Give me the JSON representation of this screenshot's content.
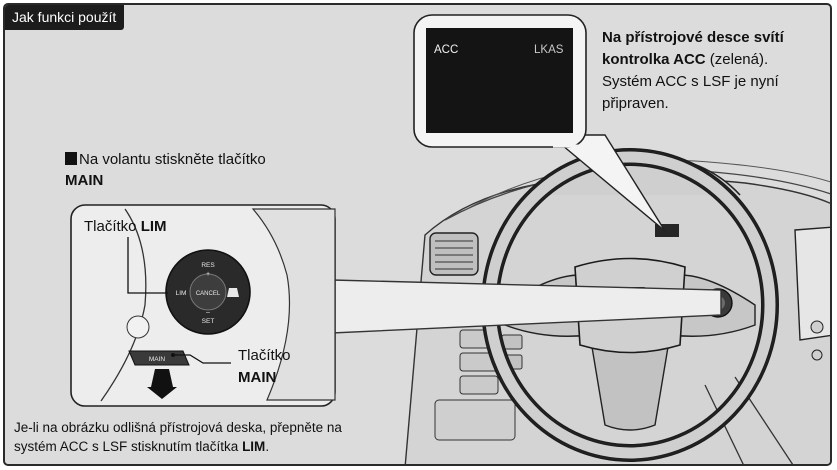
{
  "section_tag": "Jak funkci použít",
  "display": {
    "left_indicator": "ACC",
    "right_indicator": "LKAS"
  },
  "panel_callout": {
    "line1": "Na přístrojové desce svítí",
    "line2_bold": "kontrolka ACC",
    "line2_rest": " (zelená).",
    "line3": "Systém ACC s LSF je nyní",
    "line4": "připraven."
  },
  "instruction": {
    "line1": "Na volantu stiskněte tlačítko",
    "line2_bold": "MAIN"
  },
  "lim_callout": {
    "prefix": "Tlačítko ",
    "bold": "LIM"
  },
  "main_callout": {
    "line1": "Tlačítko",
    "line2_bold": "MAIN"
  },
  "switch_labels": {
    "res": "RES",
    "plus": "+",
    "lim": "LIM",
    "cancel": "CANCEL",
    "minus": "–",
    "set": "SET",
    "main": "MAIN"
  },
  "note": {
    "line1": "Je-li na obrázku odlišná přístrojová deska, přepněte na",
    "line2": "systém ACC s LSF stisknutím tlačítka ",
    "line2_bold": "LIM",
    "line2_end": "."
  },
  "colors": {
    "background": "#dcdcdc",
    "display_screen": "#141414",
    "tag": "#1c1c1c",
    "frame": "#2a2a2a"
  }
}
